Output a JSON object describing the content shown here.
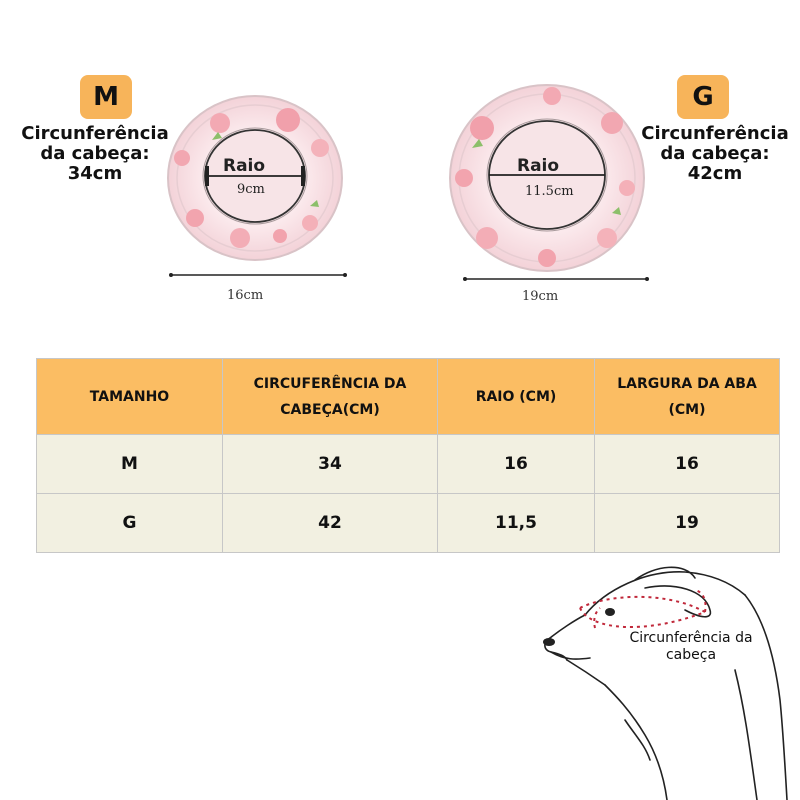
{
  "sizes": [
    {
      "badge": "M",
      "caption_line1": "Circunferência",
      "caption_line2": "da cabeça:",
      "caption_line3": "34cm",
      "raio_label": "Raio",
      "raio_value": "9cm",
      "width_label": "16cm"
    },
    {
      "badge": "G",
      "caption_line1": "Circunferência",
      "caption_line2": "da cabeça:",
      "caption_line3": "42cm",
      "raio_label": "Raio",
      "raio_value": "11.5cm",
      "width_label": "19cm"
    }
  ],
  "table": {
    "headers": [
      "TAMANHO",
      "CIRCUFERÊNCIA DA CABEÇA(CM)",
      "RAIO (CM)",
      "LARGURA DA ABA (CM)"
    ],
    "rows": [
      [
        "M",
        "34",
        "16",
        "16"
      ],
      [
        "G",
        "42",
        "11,5",
        "19"
      ]
    ]
  },
  "dog": {
    "caption": "Circunferência da cabeça"
  },
  "colors": {
    "header_bg": "#fbbd63",
    "row_bg": "#f2f0e1",
    "badge_bg": "#f7b45a"
  }
}
